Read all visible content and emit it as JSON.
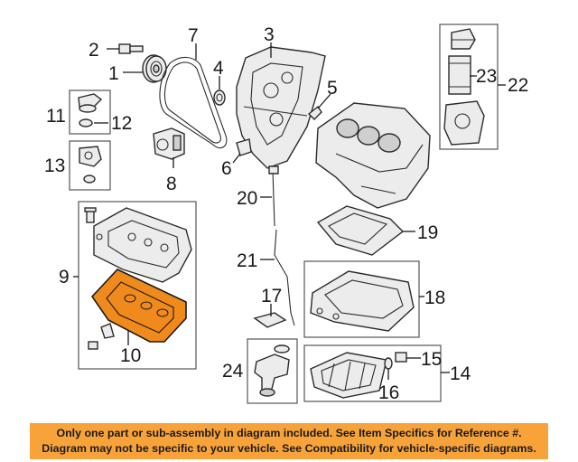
{
  "callouts": {
    "c1": "1",
    "c2": "2",
    "c3": "3",
    "c4": "4",
    "c5": "5",
    "c6": "6",
    "c7": "7",
    "c8": "8",
    "c9": "9",
    "c10": "10",
    "c11": "11",
    "c12": "12",
    "c13": "13",
    "c14": "14",
    "c15": "15",
    "c16": "16",
    "c17": "17",
    "c18": "18",
    "c19": "19",
    "c20": "20",
    "c21": "21",
    "c22": "22",
    "c23": "23",
    "c24": "24"
  },
  "notice": {
    "line1": "Only one part or sub-assembly in diagram included. See Item Specifics for Reference #.",
    "line2": "Diagram may not be specific to your vehicle. See Compatibility for vehicle-specific diagrams."
  },
  "colors": {
    "highlight": "#f08a1c",
    "notice_bg": "#f7a33a"
  }
}
